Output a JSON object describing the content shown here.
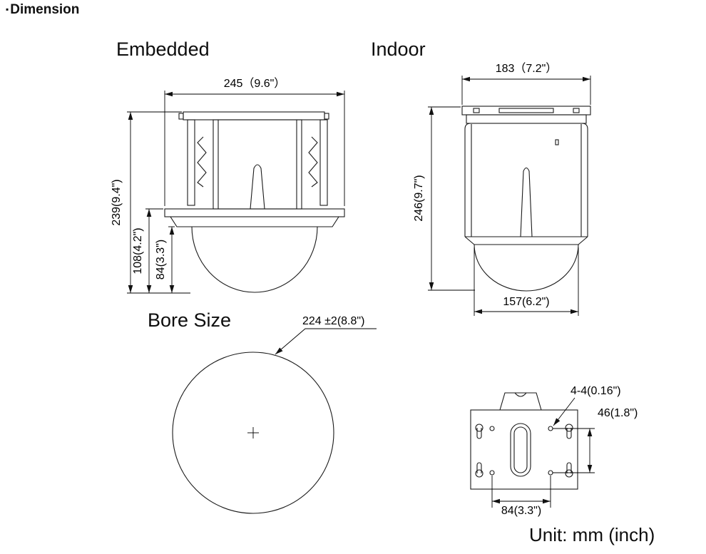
{
  "page": {
    "bullet": "▪",
    "title": "Dimension",
    "unit_note": "Unit: mm (inch)"
  },
  "embedded": {
    "label": "Embedded",
    "dim_width": "245（9.6\"）",
    "dim_total_height": "239(9.4\")",
    "dim_below_ceiling": "108(4.2\")",
    "dim_dome_height": "84(3.3\")"
  },
  "indoor": {
    "label": "Indoor",
    "dim_width": "183（7.2\"）",
    "dim_height": "246(9.7\")",
    "dim_bottom_width": "157(6.2\")"
  },
  "bore": {
    "label": "Bore Size",
    "dim_diameter": "224 ±2(8.8\")"
  },
  "bracket": {
    "dim_holes": "4-4(0.16\")",
    "dim_hole_spacing_v": "46(1.8\")",
    "dim_hole_spacing_h": "84(3.3\")"
  }
}
